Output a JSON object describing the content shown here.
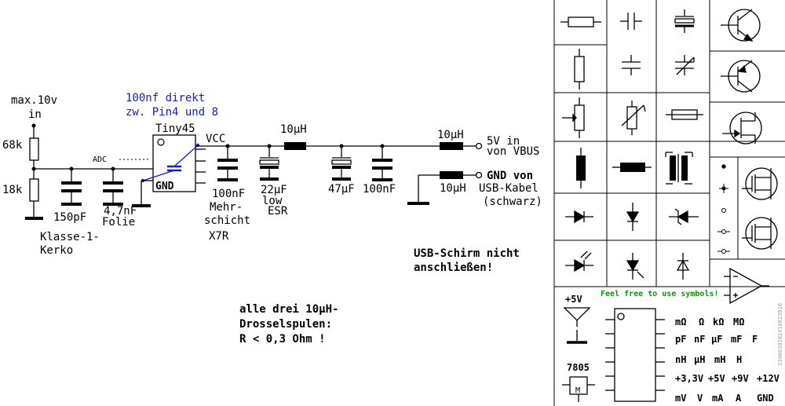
{
  "schematic": {
    "input_label": "max.10v",
    "input_sub": "in",
    "r_top": "68k",
    "r_bottom": "18k",
    "adc_label": "ADC",
    "cap_150p": "150pF",
    "cap_folie_value": "4,7nF",
    "cap_folie_type": "Folie",
    "class_label_1": "Klasse-1-",
    "class_label_2": "Kerko",
    "ic_name": "Tiny45",
    "gnd_pin": "GND",
    "vcc_label": "VCC",
    "note_blue_1": "100nf direkt",
    "note_blue_2": "zw. Pin4 und 8",
    "cap_100n_1": "100nF",
    "cap_100n_2": "Mehr-",
    "cap_100n_3": "schicht",
    "cap_100n_4": "X7R",
    "cap_22u_1": "22µF",
    "cap_22u_2": "low",
    "cap_22u_3": "ESR",
    "l1": "10µH",
    "cap_47u": "47µF",
    "cap_100n_b": "100nF",
    "l2": "10µH",
    "l3": "10µH",
    "out_5v_1": "5V in",
    "out_5v_2": "von VBUS",
    "out_gnd_1": "GND von",
    "out_gnd_2": "USB-Kabel",
    "out_gnd_3": "(schwarz)",
    "usb_note_1": "USB-Schirm nicht",
    "usb_note_2": "anschließen!",
    "choke_note_1": "alle drei 10µH-",
    "choke_note_2": "Drosselspulen:",
    "choke_note_3": "R < 0,3 Ohm !"
  },
  "symbols_panel": {
    "free_text": "Feel free to use symbols!",
    "free_color": "#1a8a1a",
    "supply_label": "+5V",
    "regulator_label": "7805",
    "regulator_pin": "M",
    "units_row_1": [
      "mΩ",
      "Ω",
      "kΩ",
      "MΩ"
    ],
    "units_row_2": [
      "pF",
      "nF",
      "µF",
      "mF",
      "F"
    ],
    "units_row_3": [
      "nH",
      "µH",
      "mH",
      "H"
    ],
    "units_row_4": [
      "+3,3V",
      "+5V",
      "+9V",
      "+12V"
    ],
    "units_row_5": [
      "mV",
      "V",
      "mA",
      "A",
      "GND"
    ],
    "watermark": "2348630202410822016"
  },
  "colors": {
    "blue_note": "#1a1ad0",
    "wire": "#000000"
  }
}
